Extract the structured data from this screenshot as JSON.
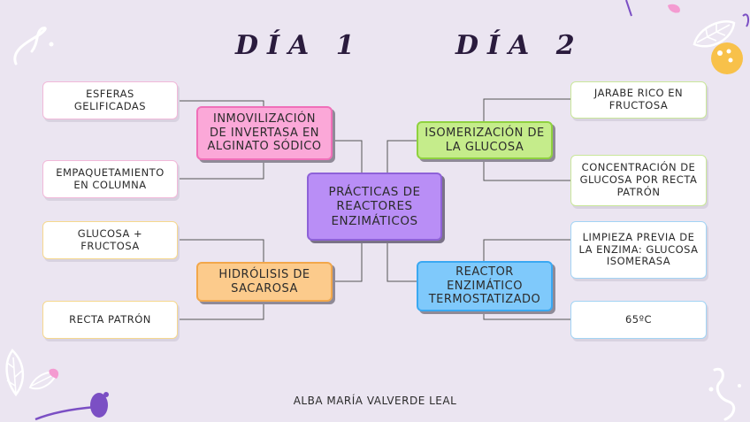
{
  "headings": {
    "day1": "DÍA 1",
    "day2": "DÍA 2"
  },
  "central": "PRÁCTICAS DE REACTORES ENZIMÁTICOS",
  "left": {
    "top_branch": "INMOVILIZACIÓN DE INVERTASA EN ALGINATO SÓDICO",
    "top_leaves": [
      "ESFERAS GELIFICADAS",
      "EMPAQUETAMIENTO EN COLUMNA"
    ],
    "bottom_branch": "HIDRÓLISIS DE SACAROSA",
    "bottom_leaves": [
      "GLUCOSA + FRUCTOSA",
      "RECTA PATRÓN"
    ]
  },
  "right": {
    "top_branch": "ISOMERIZACIÓN DE LA GLUCOSA",
    "top_leaves": [
      "JARABE RICO EN FRUCTOSA",
      "CONCENTRACIÓN DE GLUCOSA POR RECTA PATRÓN"
    ],
    "bottom_branch": "REACTOR ENZIMÁTICO TERMOSTATIZADO",
    "bottom_leaves": [
      "LIMPIEZA PREVIA DE LA ENZIMA: GLUCOSA ISOMERASA",
      "65ºC"
    ]
  },
  "author": "ALBA MARÍA VALVERDE LEAL",
  "decorations": [
    "leaf-icon",
    "flower-icon",
    "swirl-icon",
    "dots-icon"
  ]
}
